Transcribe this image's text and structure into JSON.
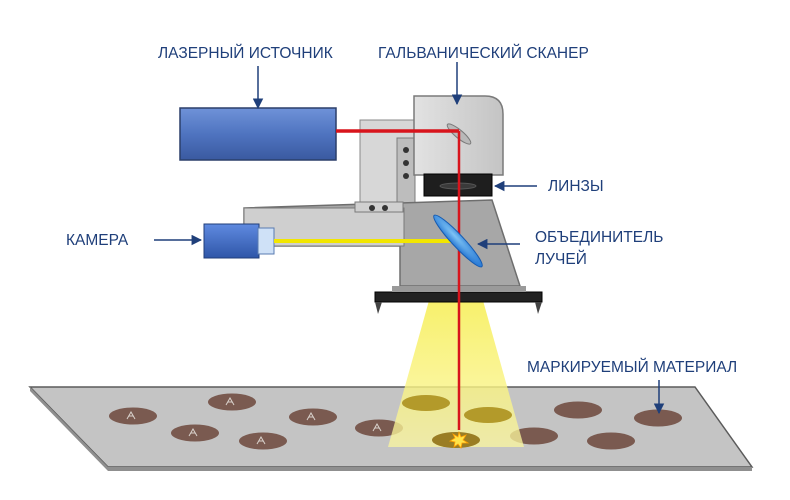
{
  "labels": {
    "laser_source": "ЛАЗЕРНЫЙ ИСТОЧНИК",
    "galvo_scanner": "ГАЛЬВАНИЧЕСКИЙ  СКАНЕР",
    "lenses": "ЛИНЗЫ",
    "camera": "КАМЕРА",
    "beam_combiner_line1": "ОБЪЕДИНИТЕЛЬ",
    "beam_combiner_line2": "ЛУЧЕЙ",
    "marked_material": "МАРКИРУЕМЫЙ МАТЕРИАЛ"
  },
  "colors": {
    "label_text": "#1f3f7a",
    "arrow": "#1f3f7a",
    "laser_beam": "#d8141c",
    "camera_beam": "#f2e600",
    "laser_body": "#4f74c0",
    "camera_body": "#3f6cc8",
    "housing": "#a7a7a7",
    "plate": "#c4c4c4",
    "mark": "#7a5a50",
    "mark_lit": "#b39a2a"
  },
  "icons": [
    "spark-icon",
    "marking-glyph-icon",
    "mirror-icon",
    "lens-icon"
  ]
}
